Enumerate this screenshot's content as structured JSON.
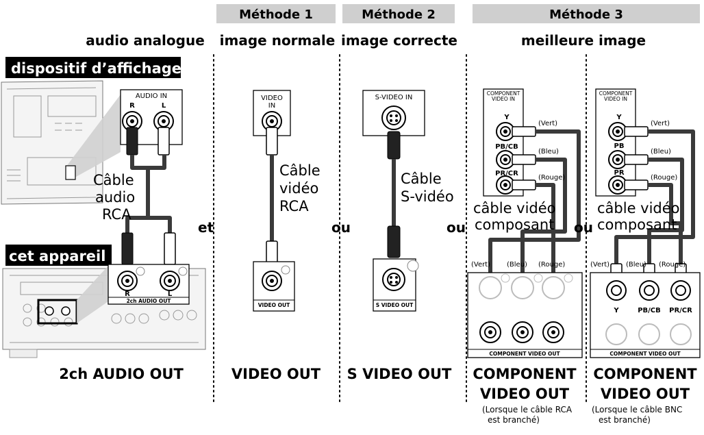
{
  "methods": {
    "m1": "Méthode 1",
    "m2": "Méthode 2",
    "m3": "Méthode 3"
  },
  "subtitles": {
    "audio": "audio analogue",
    "m1": "image normale",
    "m2": "image correcte",
    "m3": "meilleure image"
  },
  "labels": {
    "display_device": "dispositif d’affichage",
    "this_unit": "cet appareil"
  },
  "connectors": {
    "audio_in": "AUDIO IN",
    "r": "R",
    "l": "L",
    "video_in_1": "VIDEO",
    "video_in_2": "IN",
    "svideo_in": "S-VIDEO IN",
    "comp_in_1": "COMPONENT",
    "comp_in_2": "VIDEO IN",
    "y": "Y",
    "pb_cb": "PB/CB",
    "pr_cr": "PR/CR",
    "pb": "PB",
    "pr": "PR",
    "audio_out_2ch": "2ch AUDIO OUT",
    "video_out": "VIDEO OUT",
    "svideo_out": "S VIDEO OUT",
    "comp_out": "COMPONENT VIDEO OUT",
    "vert": "(Vert)",
    "bleu": "(Bleu)",
    "rouge": "(Rouge)"
  },
  "cables": {
    "audio": [
      "Câble",
      "audio",
      "RCA"
    ],
    "video": [
      "Câble",
      "vidéo",
      "RCA"
    ],
    "svideo": [
      "Câble",
      "S-vidéo"
    ],
    "component": [
      "câble vidéo",
      "composant"
    ]
  },
  "conjunctions": {
    "et": "et",
    "ou": "ou"
  },
  "bottom": {
    "audio_out": "2ch AUDIO OUT",
    "video_out": "VIDEO OUT",
    "svideo_out": "S VIDEO OUT",
    "comp_1": "COMPONENT",
    "comp_2": "VIDEO OUT",
    "note_rca_1": "(Lorsque le câble RCA",
    "note_rca_2": "est branché)",
    "note_bnc_1": "(Lorsque le câble BNC",
    "note_bnc_2": "est branché)"
  }
}
